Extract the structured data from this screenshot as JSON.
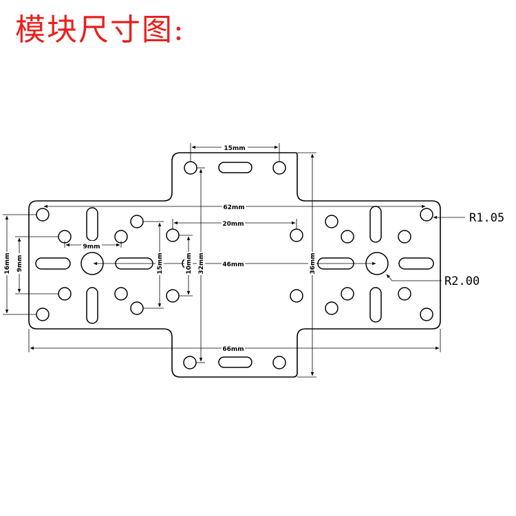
{
  "title": "模块尺寸图:",
  "colors": {
    "title": "#e8201c",
    "line": "#000000"
  },
  "dimensions": {
    "top_slot_spacing": "15mm",
    "corner_span": "62mm",
    "inner_span": "20mm",
    "center_span": "46mm",
    "overall_width": "66mm",
    "left_height": "16mm",
    "left_inner_height": "9mm",
    "hub_spacing": "9mm",
    "inner_height_15": "15mm",
    "inner_height_10": "10mm",
    "tab_height": "32mm",
    "overall_height": "36mm"
  },
  "radii": {
    "small_hole": "R1.05",
    "center_hole": "R2.00"
  }
}
